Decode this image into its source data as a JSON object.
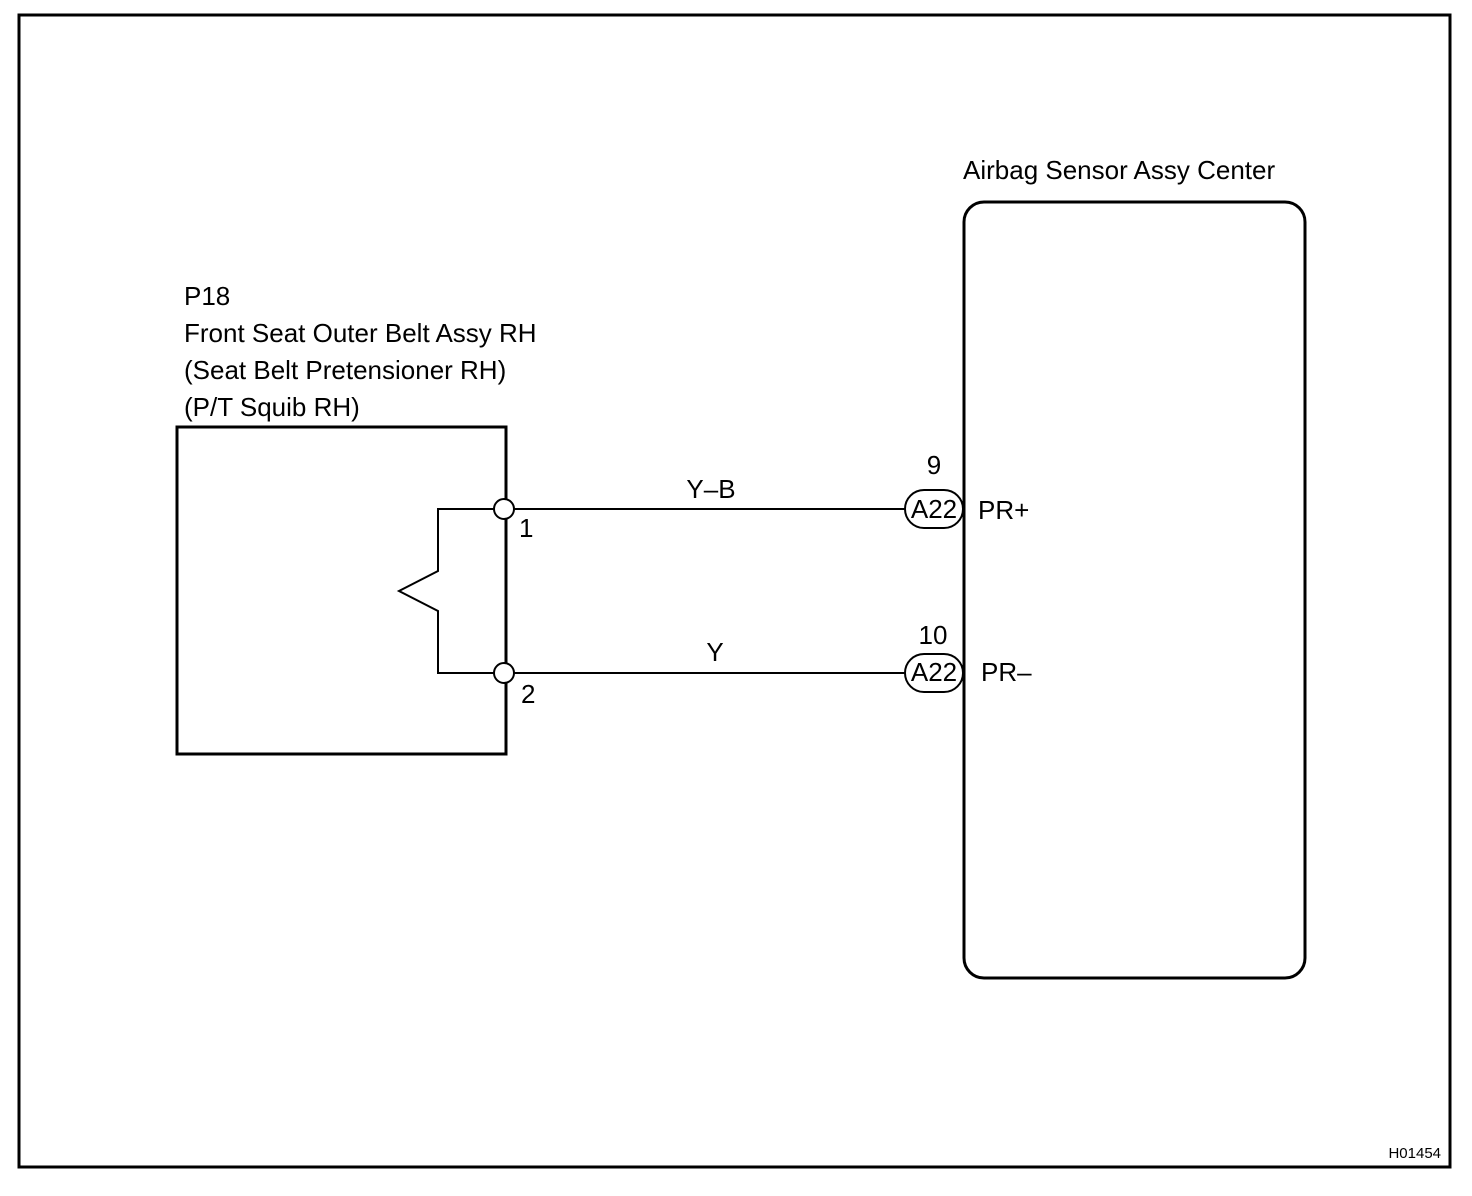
{
  "drawing_code": "H01454",
  "left_component": {
    "code": "P18",
    "name_lines": [
      "Front Seat Outer Belt Assy RH",
      "(Seat Belt Pretensioner RH)",
      "(P/T Squib RH)"
    ],
    "pins": [
      "1",
      "2"
    ]
  },
  "right_component": {
    "name": "Airbag Sensor Assy Center"
  },
  "connections": [
    {
      "from_pin": "1",
      "wire_color": "Y–B",
      "connector": "A22",
      "to_pin": "9",
      "terminal": "PR+"
    },
    {
      "from_pin": "2",
      "wire_color": "Y",
      "connector": "A22",
      "to_pin": "10",
      "terminal": "PR–"
    }
  ]
}
